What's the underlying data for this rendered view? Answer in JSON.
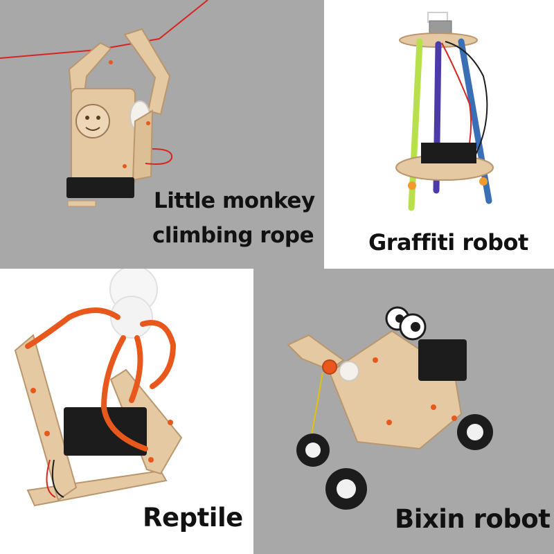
{
  "colors": {
    "gray_bg": "#a8a8a8",
    "white_bg": "#ffffff",
    "wood": "#e4c9a3",
    "wood_edge": "#b9966c",
    "pipe_cleaner": "#e8581c",
    "rope": "#d8241f",
    "battery_box": "#1c1c1c"
  },
  "panels": [
    {
      "caption_lines": [
        "Little monkey",
        "climbing rope"
      ]
    },
    {
      "caption_lines": [
        "Graffiti robot"
      ]
    },
    {
      "caption_lines": [
        "Reptile"
      ]
    },
    {
      "caption_lines": [
        "Bixin robot"
      ]
    }
  ]
}
